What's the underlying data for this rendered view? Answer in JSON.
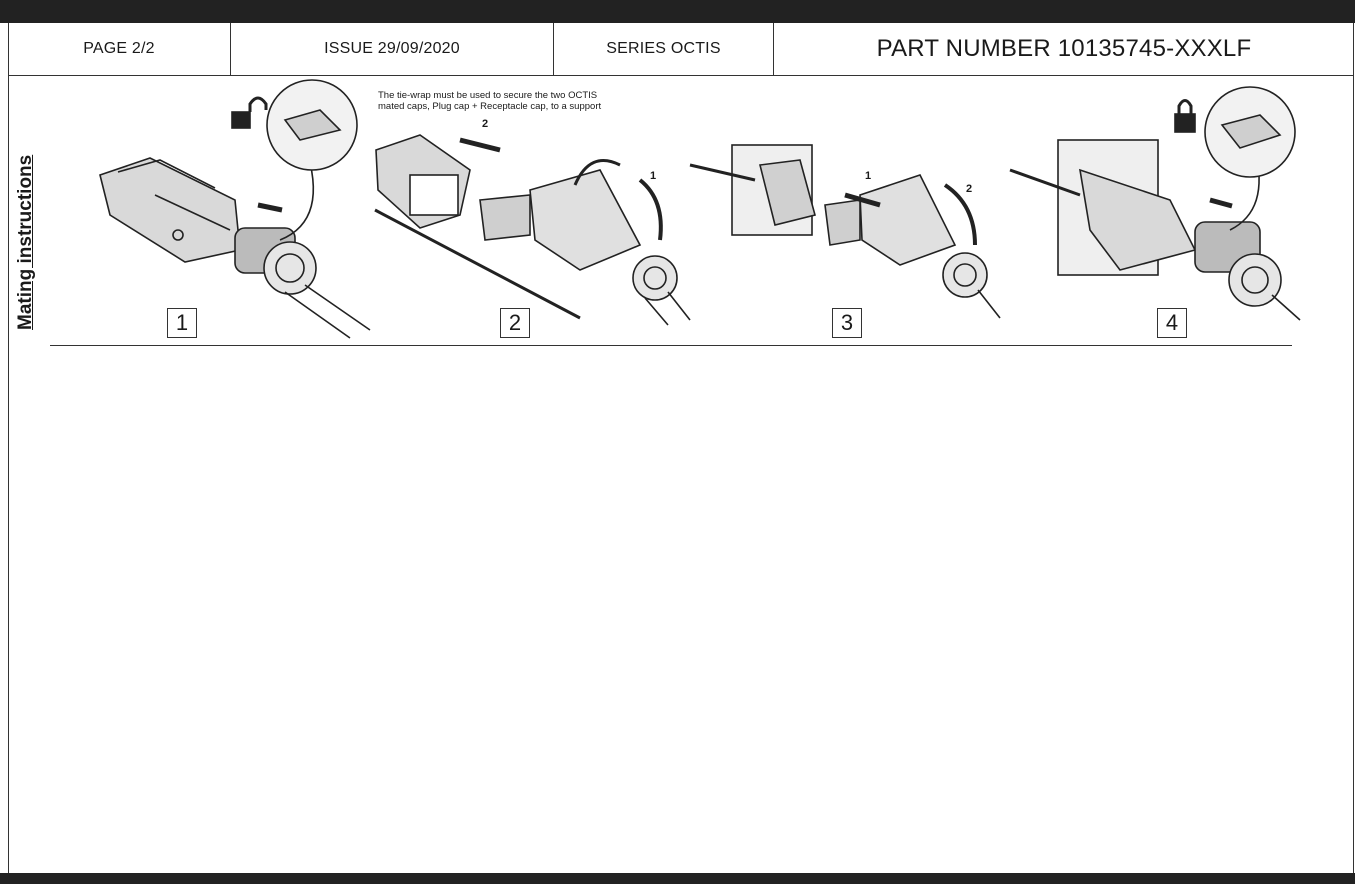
{
  "header": {
    "page": "PAGE 2/2",
    "issue": "ISSUE 29/09/2020",
    "series": "SERIES  OCTIS",
    "part_number": "PART NUMBER  10135745-XXXLF"
  },
  "section_title": "Mating instructions",
  "note": {
    "line1": "The tie-wrap must be used to secure the two OCTIS",
    "line2": "mated caps, Plug cap + Receptacle cap, to a support"
  },
  "steps": [
    {
      "label": "1"
    },
    {
      "label": "2"
    },
    {
      "label": "3"
    },
    {
      "label": "4"
    }
  ],
  "arrow_numbers": {
    "step2_a": "2",
    "step2_b": "1",
    "step3_a": "1",
    "step3_b": "2"
  }
}
